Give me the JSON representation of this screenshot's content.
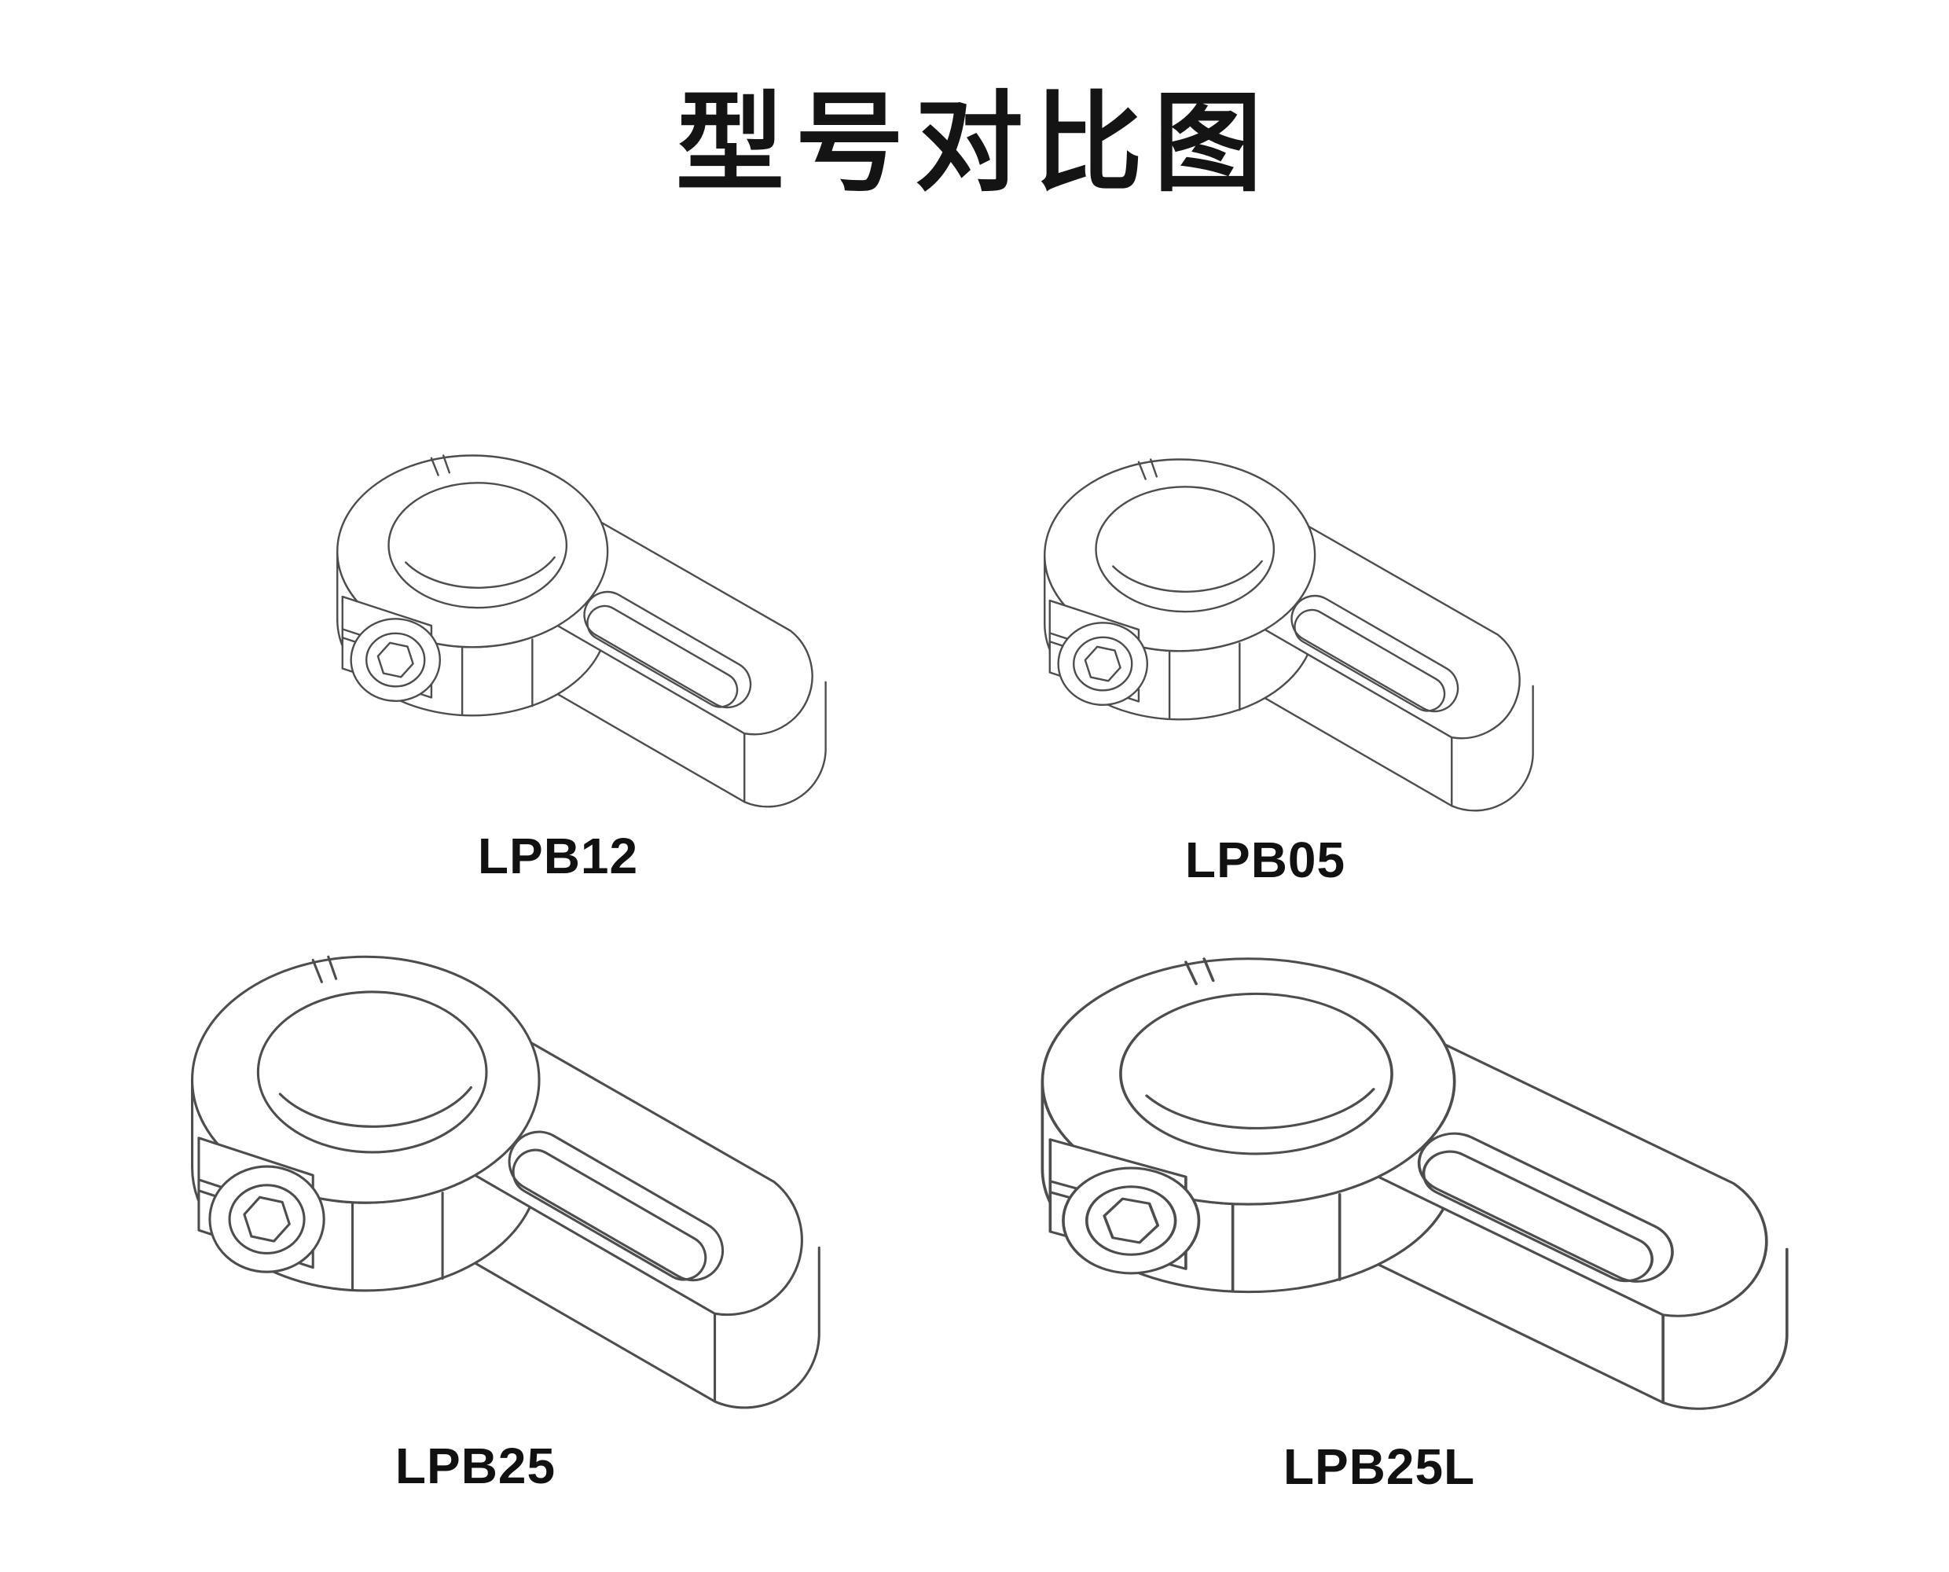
{
  "page": {
    "title": "型号对比图"
  },
  "style": {
    "line_color": "#4d4d4d",
    "text_color": "#111111",
    "background": "#ffffff"
  },
  "diagram": {
    "type": "model-comparison",
    "subject": "tube-clamp-mount-wireframe-drawings",
    "layout": "2x2-grid"
  },
  "models": [
    {
      "label": "LPB12",
      "position": "top-left"
    },
    {
      "label": "LPB05",
      "position": "top-right"
    },
    {
      "label": "LPB25",
      "position": "bottom-left"
    },
    {
      "label": "LPB25L",
      "position": "bottom-right"
    }
  ]
}
